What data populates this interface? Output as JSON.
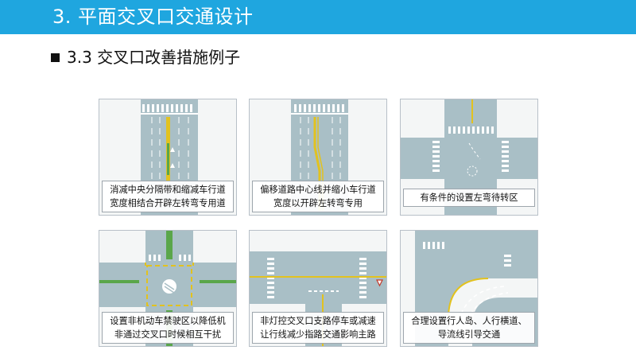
{
  "header": {
    "title": "3. 平面交叉口交通设计",
    "bar_color": "#1fa6df"
  },
  "section": {
    "title": "3.3 交叉口改善措施例子"
  },
  "panels": [
    {
      "caption": [
        "消减中央分隔带和缩减车行道",
        "宽度相结合开辟左转弯专用道"
      ]
    },
    {
      "caption": [
        "偏移道路中心线并缩小车行道",
        "宽度以开辟左转弯专用"
      ]
    },
    {
      "caption": [
        "有条件的设置左弯待转区"
      ]
    },
    {
      "caption": [
        "设置非机动车禁驶区以降低机",
        "非通过交叉口时候相互干扰"
      ]
    },
    {
      "caption": [
        "非灯控交叉口支路停车或减速",
        "让行线减少指路交通影响主路"
      ]
    },
    {
      "caption": [
        "合理设置行人岛、人行横道、",
        "导流线引导交通"
      ]
    }
  ],
  "icons": {
    "section_bullet": "black-square-bullet",
    "yield_sign": "yield-triangle-icon"
  },
  "colors": {
    "road": "#a9bfc6",
    "marking_yellow": "#e2c21f",
    "median_green": "#5aa64a",
    "background": "#f4f6f6"
  }
}
